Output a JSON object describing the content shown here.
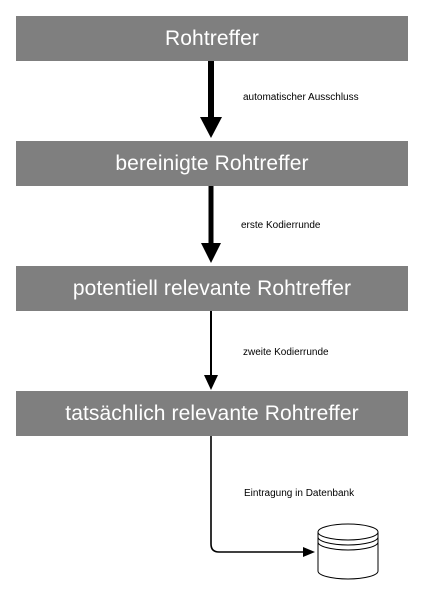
{
  "diagram": {
    "stages": [
      {
        "label": "Rohtreffer"
      },
      {
        "label": "bereinigte Rohtreffer"
      },
      {
        "label": "potentiell relevante Rohtreffer"
      },
      {
        "label": "tatsächlich relevante Rohtreffer"
      }
    ],
    "transitions": [
      {
        "label": "automatischer Ausschluss"
      },
      {
        "label": "erste Kodierrunde"
      },
      {
        "label": "zweite Kodierrunde"
      },
      {
        "label": "Eintragung in Datenbank"
      }
    ],
    "target_icon": "database-icon",
    "colors": {
      "box_fill": "#7f7f7f",
      "box_text": "#ffffff",
      "arrow": "#000000"
    }
  }
}
